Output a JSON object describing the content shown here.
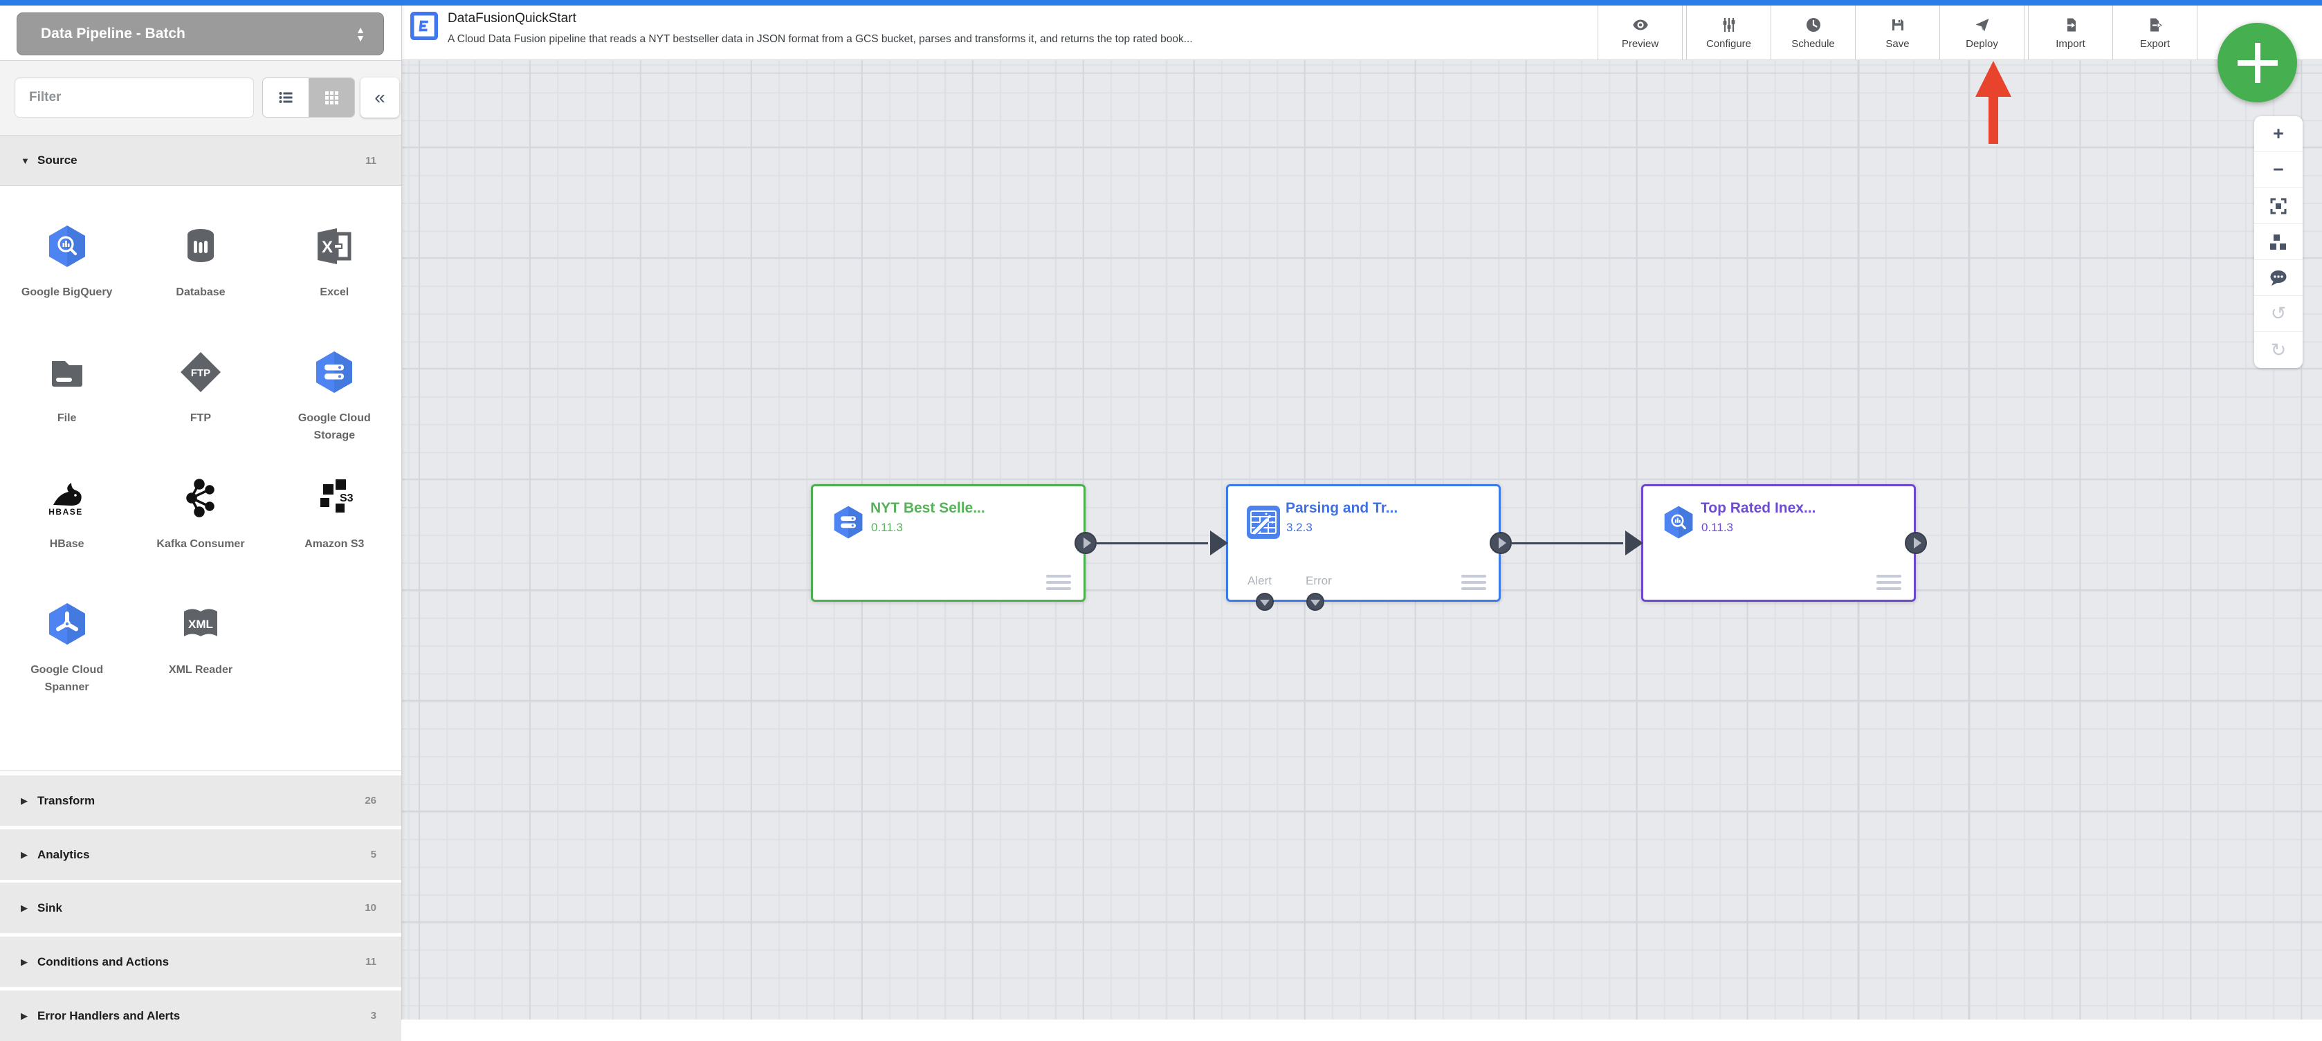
{
  "topbar": {
    "selector_label": "Data Pipeline - Batch",
    "caret_up": "▲",
    "caret_down": "▼"
  },
  "header": {
    "logo_icon": "data-fusion-logo",
    "title": "DataFusionQuickStart",
    "description": "A Cloud Data Fusion pipeline that reads a NYT bestseller data in JSON format from a GCS bucket, parses and transforms it, and returns the top rated book...",
    "actions": [
      {
        "label": "Preview",
        "icon": "eye-icon"
      },
      {
        "label": "Configure",
        "icon": "sliders-icon"
      },
      {
        "label": "Schedule",
        "icon": "clock-icon"
      },
      {
        "label": "Save",
        "icon": "save-icon"
      },
      {
        "label": "Deploy",
        "icon": "paper-plane-icon"
      },
      {
        "label": "Import",
        "icon": "import-icon"
      },
      {
        "label": "Export",
        "icon": "export-icon"
      }
    ]
  },
  "annotation": {
    "deploy_arrow_color": "#e8432c"
  },
  "fab": {
    "icon": "plus-icon",
    "color": "#46b050"
  },
  "sidebar": {
    "filter_placeholder": "Filter",
    "collapse_glyph": "«",
    "view_toggle": {
      "active": "grid",
      "list_icon": "list-view-icon",
      "grid_icon": "grid-view-icon"
    },
    "icon_texts": {
      "ftp": "FTP",
      "s3": "S3",
      "xml": "XML",
      "hbase": "HBASE"
    },
    "sections": [
      {
        "label": "Source",
        "count": "11",
        "caret": "▼",
        "expanded": true
      },
      {
        "label": "Transform",
        "count": "26",
        "caret": "▶",
        "expanded": false
      },
      {
        "label": "Analytics",
        "count": "5",
        "caret": "▶",
        "expanded": false
      },
      {
        "label": "Sink",
        "count": "10",
        "caret": "▶",
        "expanded": false
      },
      {
        "label": "Conditions and Actions",
        "count": "11",
        "caret": "▶",
        "expanded": false
      },
      {
        "label": "Error Handlers and Alerts",
        "count": "3",
        "caret": "▶",
        "expanded": false
      }
    ],
    "source_plugins": [
      {
        "name": "Google BigQuery",
        "icon": "bigquery-icon"
      },
      {
        "name": "Database",
        "icon": "database-icon"
      },
      {
        "name": "Excel",
        "icon": "excel-icon"
      },
      {
        "name": "File",
        "icon": "file-icon"
      },
      {
        "name": "FTP",
        "icon": "ftp-icon"
      },
      {
        "name": "Google Cloud Storage",
        "icon": "gcs-icon"
      },
      {
        "name": "HBase",
        "icon": "hbase-icon"
      },
      {
        "name": "Kafka Consumer",
        "icon": "kafka-icon"
      },
      {
        "name": "Amazon S3",
        "icon": "s3-icon"
      },
      {
        "name": "Google Cloud Spanner",
        "icon": "spanner-icon"
      },
      {
        "name": "XML Reader",
        "icon": "xml-icon"
      }
    ]
  },
  "canvas": {
    "nodes": [
      {
        "title": "NYT Best Selle...",
        "version": "0.11.3",
        "theme": "green",
        "icon": "gcs-icon"
      },
      {
        "title": "Parsing and Tr...",
        "version": "3.2.3",
        "theme": "blue",
        "icon": "wrangler-icon",
        "ports": [
          "Alert",
          "Error"
        ]
      },
      {
        "title": "Top Rated Inex...",
        "version": "0.11.3",
        "theme": "purple",
        "icon": "bigquery-icon"
      }
    ]
  },
  "zoom_rail": {
    "zoom_in_glyph": "+",
    "zoom_out_glyph": "−",
    "undo_glyph": "↺",
    "redo_glyph": "↻"
  }
}
